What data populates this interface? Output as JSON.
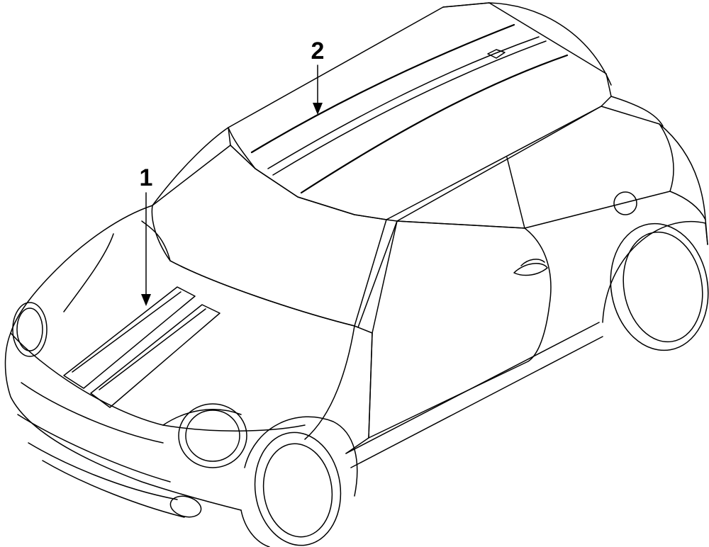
{
  "diagram": {
    "callouts": [
      {
        "id": 1,
        "label": "1",
        "part": "hood-stripes"
      },
      {
        "id": 2,
        "label": "2",
        "part": "roof-stripes"
      }
    ],
    "colors": {
      "line": "#000000",
      "background": "#ffffff"
    }
  }
}
